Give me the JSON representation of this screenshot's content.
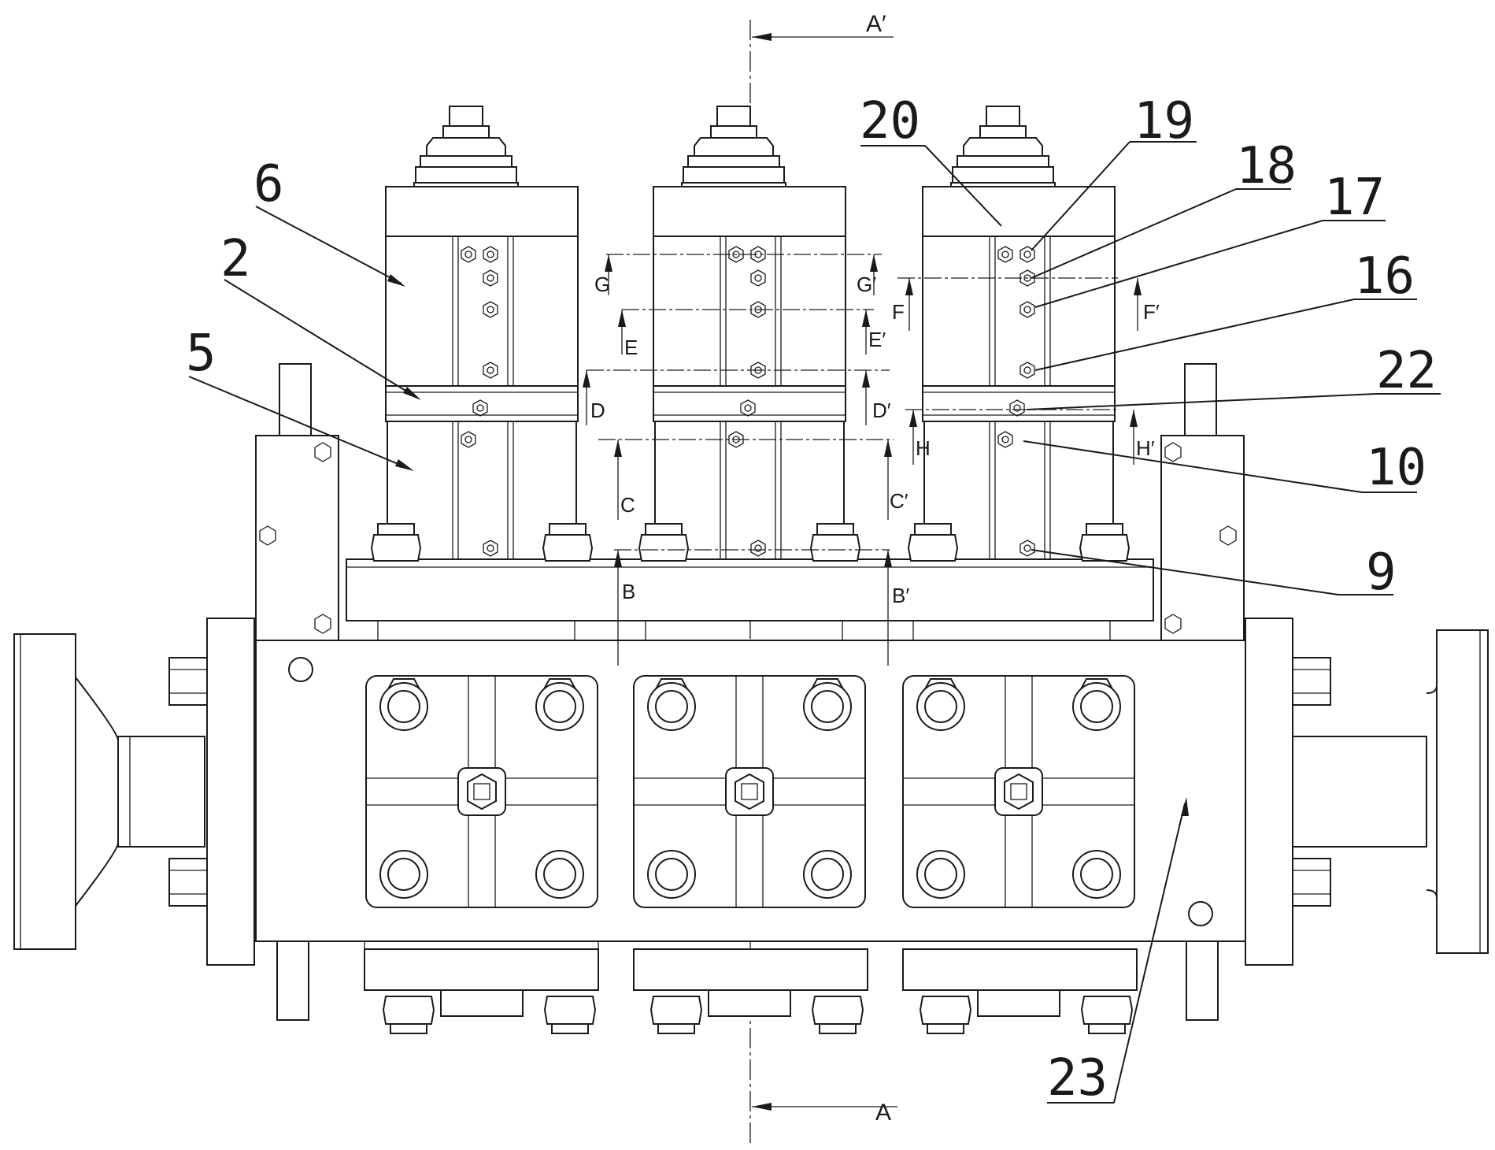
{
  "section_labels": {
    "top_view": "A′",
    "bottom_view": "A"
  },
  "part_labels": [
    "6",
    "2",
    "5",
    "20",
    "19",
    "18",
    "17",
    "16",
    "22",
    "10",
    "9",
    "23"
  ],
  "cut_labels": [
    "G",
    "G′",
    "F",
    "F′",
    "E",
    "E′",
    "D",
    "D′",
    "H",
    "H′",
    "C",
    "C′",
    "B",
    "B′"
  ],
  "colors": {
    "ink": "#1a1a1a",
    "paper": "#ffffff"
  }
}
